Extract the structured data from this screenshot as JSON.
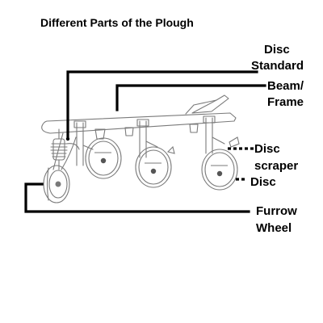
{
  "title": "Different Parts of the Plough",
  "labels": {
    "disc_standard_line1": "Disc",
    "disc_standard_line2": "Standard",
    "beam_line1": "Beam/",
    "beam_line2": "Frame",
    "disc_scraper_line1": "Disc",
    "disc_scraper_line2": "scraper",
    "disc": "Disc",
    "furrow_line1": "Furrow",
    "furrow_line2": "Wheel"
  }
}
